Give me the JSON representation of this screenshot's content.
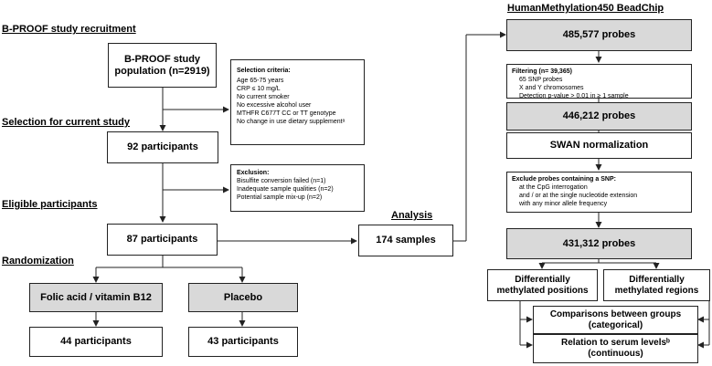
{
  "left": {
    "headings": {
      "recruitment": "B-PROOF study recruitment",
      "selection": "Selection for current study",
      "eligible": "Eligible participants",
      "randomization": "Randomization"
    },
    "population": [
      "B-PROOF study",
      "population (n=2919)"
    ],
    "selection_box": "92 participants",
    "eligible_box": "87 participants",
    "arm1": "Folic acid / vitamin B12",
    "arm2": "Placebo",
    "arm1_n": "44 participants",
    "arm2_n": "43 participants",
    "criteria": {
      "title": "Selection criteria:",
      "items": [
        "Age 65-75 years",
        "CRP ≤ 10 mg/L",
        "No current smoker",
        "No excessive alcohol user",
        "MTHFR C677T CC or TT genotype",
        "No change in use dietary supplementᵃ"
      ]
    },
    "exclusion": {
      "title": "Exclusion:",
      "items": [
        "Bisulfite conversion failed (n=1)",
        "Inadequate sample qualities (n=2)",
        "Potential sample mix-up (n=2)"
      ]
    }
  },
  "middle": {
    "heading": "Analysis",
    "samples": "174 samples"
  },
  "right": {
    "heading": "HumanMethylation450 BeadChip",
    "probes1": "485,577 probes",
    "filtering": {
      "title": "Filtering (n= 39,365)",
      "items": [
        "65 SNP probes",
        "X and Y chromosomes",
        "Detection p-value > 0.01 in ≥ 1 sample"
      ]
    },
    "probes2": "446,212 probes",
    "swan": "SWAN normalization",
    "exclude": {
      "title": "Exclude probes containing a SNP:",
      "items": [
        "at the CpG interrogation",
        "and / or at the single nucleotide extension",
        "with any minor allele frequency"
      ]
    },
    "probes3": "431,312 probes",
    "dmp": [
      "Differentially",
      "methylated positions"
    ],
    "dmr": [
      "Differentially",
      "methylated regions"
    ],
    "comparisons": [
      "Comparisons between groups",
      "(categorical)"
    ],
    "relation": [
      "Relation to serum levelsᵇ",
      "(continuous)"
    ]
  }
}
